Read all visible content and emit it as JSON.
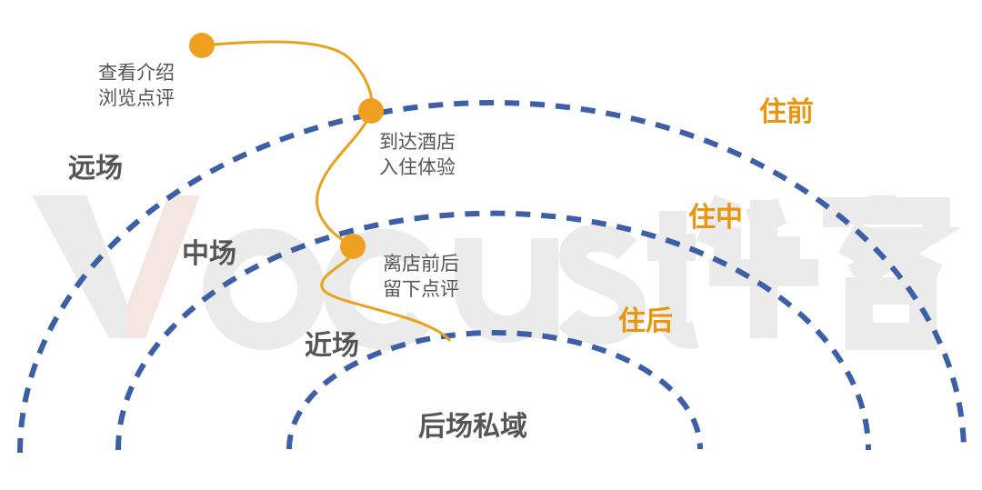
{
  "watermark": {
    "latin": "Vocust",
    "cjk": "华客"
  },
  "colors": {
    "arc": "#3d5fa8",
    "path": "#e8a21c",
    "dot": "#f0a020",
    "stage_text": "#e8960f",
    "zone_text": "#555555"
  },
  "zones": {
    "far": "远场",
    "mid": "中场",
    "near": "近场",
    "private": "后场私域"
  },
  "stages": {
    "before": "住前",
    "during": "住中",
    "after": "住后"
  },
  "steps": [
    {
      "line1": "查看介绍",
      "line2": "浏览点评"
    },
    {
      "line1": "到达酒店",
      "line2": "入住体验"
    },
    {
      "line1": "离店前后",
      "line2": "留下点评"
    }
  ]
}
